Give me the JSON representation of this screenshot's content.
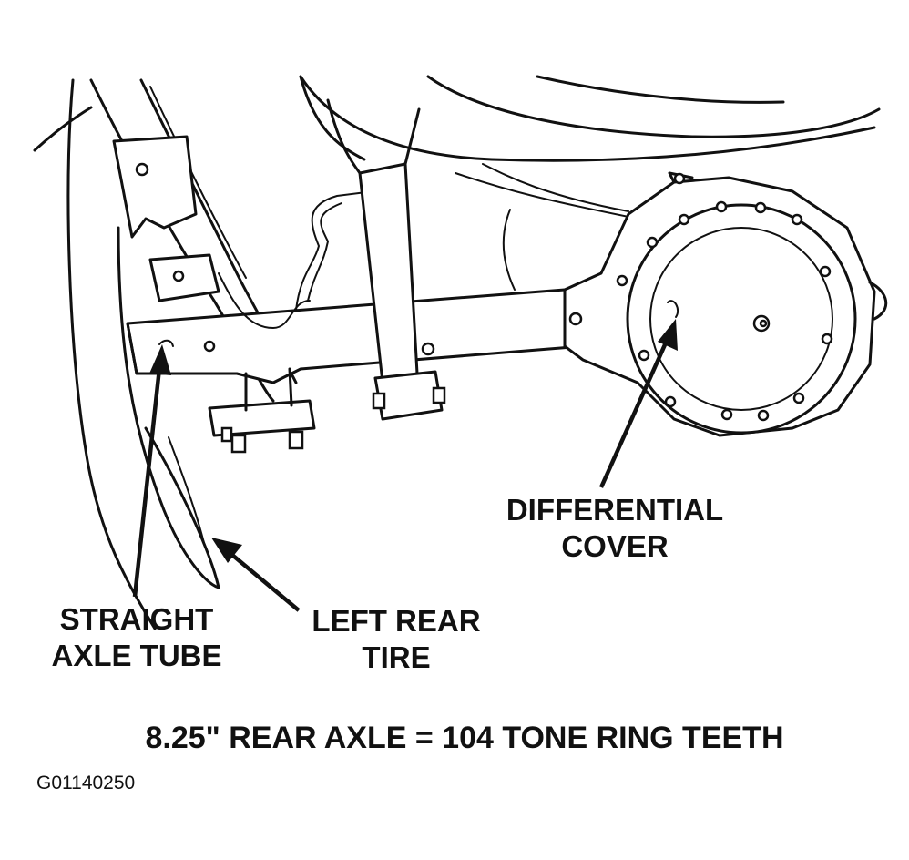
{
  "labels": {
    "differential_cover": [
      "DIFFERENTIAL",
      "COVER"
    ],
    "straight_axle_tube": [
      "STRAIGHT",
      "AXLE TUBE"
    ],
    "left_rear_tire": [
      "LEFT REAR",
      "TIRE"
    ]
  },
  "caption": "8.25\" REAR AXLE = 104 TONE RING TEETH",
  "figure_id": "G01140250"
}
